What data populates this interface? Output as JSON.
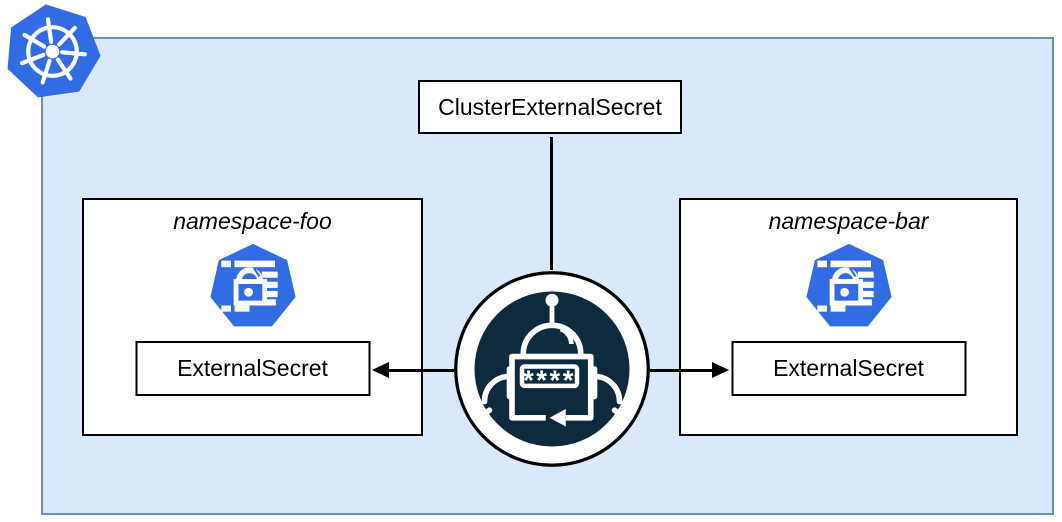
{
  "diagram": {
    "cluster_secret": {
      "label": "ClusterExternalSecret"
    },
    "namespaces": [
      {
        "title": "namespace-foo",
        "resource_label": "ExternalSecret"
      },
      {
        "title": "namespace-bar",
        "resource_label": "ExternalSecret"
      }
    ],
    "operator": {
      "password_text": "****"
    },
    "icons": {
      "top_left": "kubernetes-logo",
      "namespace_resource": "external-secret-lock-heptagon",
      "center": "external-secrets-operator-robot"
    },
    "colors": {
      "cluster_fill": "#dae8fc",
      "cluster_stroke": "#6c8ebf",
      "kubernetes_blue": "#326ce5",
      "operator_navy": "#0e2a3d",
      "node_fill": "#ffffff",
      "line": "#000000"
    }
  }
}
